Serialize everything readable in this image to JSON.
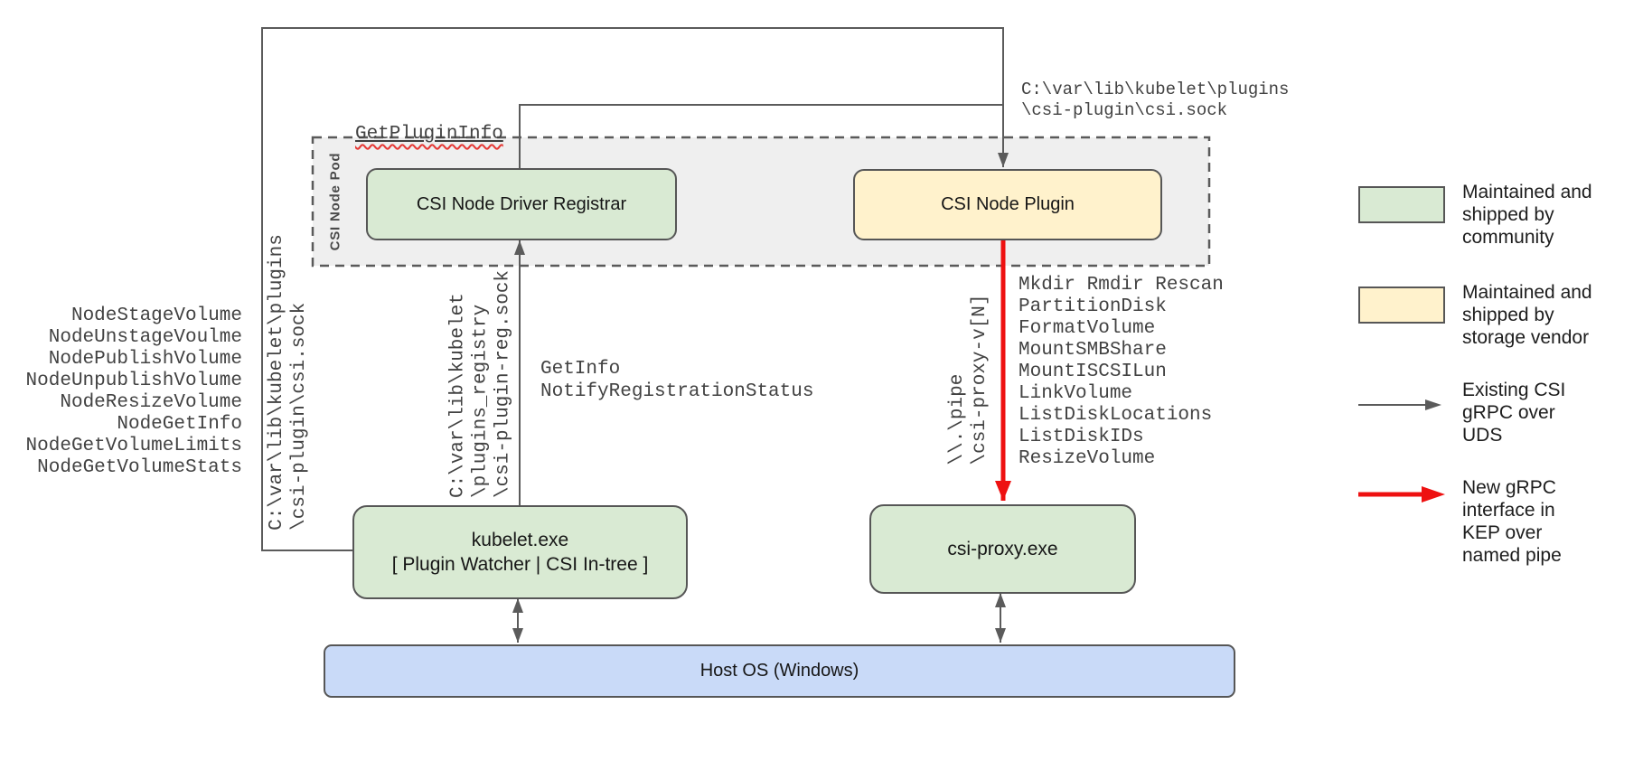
{
  "palette": {
    "community_green": "#d9ead3",
    "vendor_yellow": "#fff2cc",
    "host_blue": "#c9daf8",
    "pod_fill_gray": "#efefef",
    "line_gray": "#5b5b5b",
    "border_gray": "#565656",
    "arrow_red": "#ee1111",
    "mono_text_gray": "#424242",
    "squiggle_red": "#e53935"
  },
  "pod": {
    "label": "CSI Node Pod"
  },
  "boxes": {
    "registrar": {
      "label": "CSI Node Driver Registrar"
    },
    "plugin": {
      "label": "CSI Node Plugin"
    },
    "kubelet": {
      "lines": [
        "kubelet.exe",
        "[ Plugin Watcher | CSI In-tree ]"
      ]
    },
    "csi_proxy": {
      "label": "csi-proxy.exe"
    },
    "host_os": {
      "label": "Host OS (Windows)"
    }
  },
  "labels": {
    "get_plugin_info": "GetPluginInfo",
    "csi_sock_path_top": [
      "C:\\var\\lib\\kubelet\\plugins",
      "\\csi-plugin\\csi.sock"
    ],
    "csi_sock_path_left": [
      "C:\\var\\lib\\kubelet\\plugins",
      "\\csi-plugin\\csi.sock"
    ],
    "registration_sock_path": [
      "C:\\var\\lib\\kubelet",
      "\\plugins_registry",
      "\\csi-plugin-reg.sock"
    ],
    "named_pipe_path": [
      "\\\\.\\pipe",
      "\\csi-proxy-v[N]"
    ],
    "registration_rpcs": [
      "GetInfo",
      "NotifyRegistrationStatus"
    ]
  },
  "node_rpcs": [
    "NodeStageVolume",
    "NodeUnstageVoulme",
    "NodePublishVolume",
    "NodeUnpublishVolume",
    "NodeResizeVolume",
    "NodeGetInfo",
    "NodeGetVolumeLimits",
    "NodeGetVolumeStats"
  ],
  "proxy_rpcs": [
    "Mkdir Rmdir Rescan",
    "PartitionDisk",
    "FormatVolume",
    "MountSMBShare",
    "MountISCSILun",
    "LinkVolume",
    "ListDiskLocations",
    "ListDiskIDs",
    "ResizeVolume"
  ],
  "legend": [
    {
      "swatch": "green-box",
      "lines": [
        "Maintained and",
        "shipped by",
        "community"
      ]
    },
    {
      "swatch": "yellow-box",
      "lines": [
        "Maintained and",
        "shipped by",
        "storage vendor"
      ]
    },
    {
      "swatch": "gray-arrow",
      "lines": [
        "Existing CSI",
        "gRPC over",
        "UDS"
      ]
    },
    {
      "swatch": "red-arrow",
      "lines": [
        "New gRPC",
        "interface in",
        "KEP over",
        "named pipe"
      ]
    }
  ]
}
